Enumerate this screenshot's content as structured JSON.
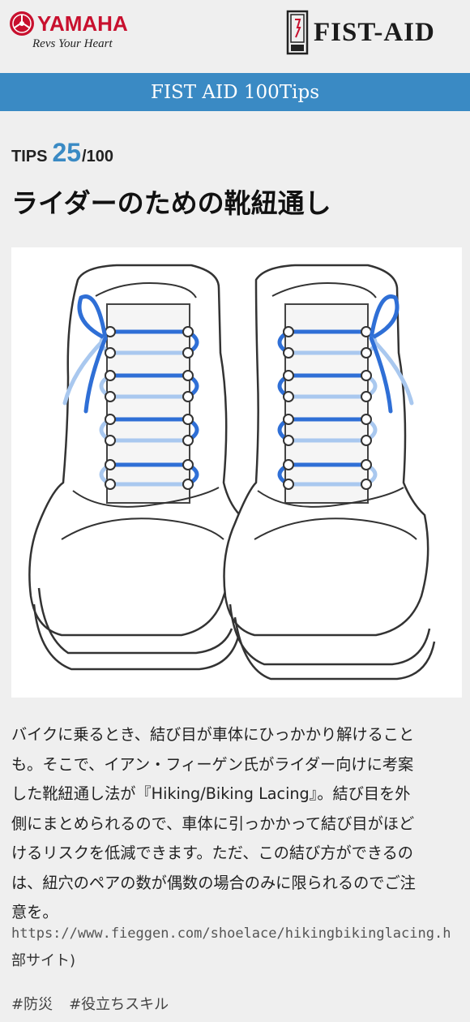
{
  "header": {
    "yamaha_logo": {
      "wordmark": "YAMAHA",
      "tagline": "Revs Your Heart",
      "icon": "tuning-fork-emblem-icon",
      "color": "#c8102e"
    },
    "fistaid_logo": {
      "wordmark": "FIST-AID",
      "icon": "fist-aid-mark-icon"
    }
  },
  "banner": {
    "text": "FIST AID 100Tips",
    "color": "#3a8ac4"
  },
  "tips": {
    "label": "TIPS",
    "number": "25",
    "total": "/100"
  },
  "article": {
    "title": "ライダーのための靴紐通し",
    "illustration": "boots-lacing-illustration",
    "lines": [
      "バイクに乗るとき、結び目が車体にひっかかり解けること",
      "も。そこで、イアン・フィーゲン氏がライダー向けに考案",
      "した靴紐通し法が『Hiking/Biking Lacing』。結び目を外",
      "側にまとめられるので、車体に引っかかって結び目がほど",
      "けるリスクを低減できます。ただ、この結び方ができるの",
      "は、紐穴のペアの数が偶数の場合のみに限られるのでご注",
      "意を。"
    ],
    "source_url": "https://www.fieggen.com/shoelace/hikingbikinglacing.h",
    "source_tail": "部サイト)"
  },
  "tags": [
    "#防災",
    "#役立ちスキル"
  ],
  "colors": {
    "lace_dark": "#2f6fd6",
    "lace_light": "#a9c8ef",
    "background": "#efefef"
  }
}
